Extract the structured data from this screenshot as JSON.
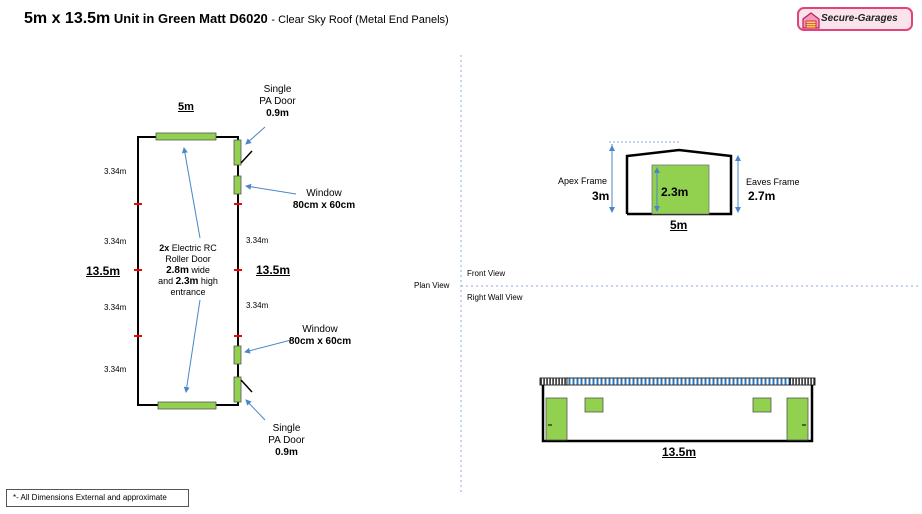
{
  "title": {
    "size": "5m x 13.5m",
    "unit": "Unit in Green Matt D6020",
    "subtitle": "- Clear Sky Roof (Metal End Panels)"
  },
  "logo": {
    "text": "Secure-Garages",
    "icon": "garage-house-icon"
  },
  "plan": {
    "width_label": "5m",
    "length_label_left": "13.5m",
    "length_label_right": "13.5m",
    "segment_labels_left": [
      "3.34m",
      "3.34m",
      "3.34m",
      "3.34m"
    ],
    "segment_labels_right": [
      "3.34m",
      "3.34m"
    ],
    "door_top": {
      "line1": "Single",
      "line2": "PA Door",
      "line3": "0.9m"
    },
    "door_bottom": {
      "line1": "Single",
      "line2": "PA Door",
      "line3": "0.9m"
    },
    "window_top": {
      "line1": "Window",
      "line2": "80cm x 60cm"
    },
    "window_bottom": {
      "line1": "Window",
      "line2": "80cm x 60cm"
    },
    "roller": {
      "pre": "2x",
      "l1": "Electric RC",
      "l2": "Roller Door",
      "l3_bold": "2.8m",
      "l3_rest": "wide",
      "l4_pre": "and",
      "l4_bold": "2.3m",
      "l4_rest": "high",
      "l5": "entrance"
    }
  },
  "views": {
    "plan_view": "Plan View",
    "front_view": "Front View",
    "right_wall_view": "Right Wall View"
  },
  "front": {
    "apex_label": "Apex Frame",
    "apex_value": "3m",
    "eaves_label": "Eaves Frame",
    "eaves_value": "2.7m",
    "door_height": "2.3m",
    "width": "5m"
  },
  "side": {
    "length": "13.5m"
  },
  "footnote": "*- All Dimensions External and approximate",
  "colors": {
    "green": "#92d050",
    "blue": "#4a86c8",
    "red": "#ff0000",
    "roof_blue": "#2e74b5",
    "logo_pink": "#e0447a"
  }
}
